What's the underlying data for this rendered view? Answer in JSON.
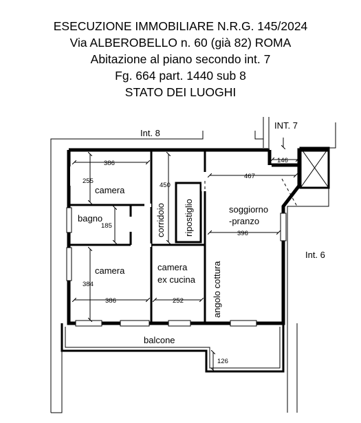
{
  "header": {
    "line1": "ESECUZIONE IMMOBILIARE N.R.G. 145/2024",
    "line2": "Via ALBEROBELLO  n. 60 (già 82) ROMA",
    "line3": "Abitazione al piano secondo int. 7",
    "line4": "Fg. 664 part. 1440 sub 8",
    "line5": "STATO DEI LUOGHI"
  },
  "plan": {
    "neighbours": {
      "int8": "Int. 8",
      "int7": "INT. 7",
      "int6": "Int. 6"
    },
    "rooms": {
      "camera_top": "camera",
      "bagno": "bagno",
      "corridoio": "corridoio",
      "ripostiglio": "ripostiglio",
      "soggiorno_line1": "soggiorno",
      "soggiorno_line2": "-pranzo",
      "camera_bottom": "camera",
      "cucina_line1": "camera",
      "cucina_line2": "ex cucina",
      "angolo_cottura": "angolo cottura",
      "balcone": "balcone"
    },
    "dimensions": {
      "camera_top_width": "386",
      "camera_top_depth": "255",
      "bagno_depth": "185",
      "corridoio_length": "450",
      "landing_width": "146",
      "soggiorno_width_top": "467",
      "soggiorno_width": "396",
      "camera_bottom_depth": "384",
      "camera_bottom_width": "386",
      "cucina_width": "252",
      "balcone_depth": "126"
    }
  }
}
